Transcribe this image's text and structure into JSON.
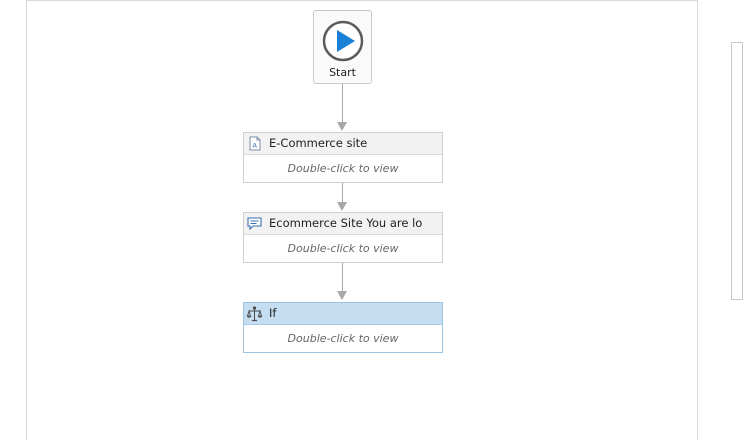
{
  "workflow": {
    "start": {
      "label": "Start",
      "icon": "play-icon",
      "accent": "#1a7fd6"
    },
    "activities": [
      {
        "title": "E-Commerce site",
        "hint": "Double-click to view",
        "icon": "document-icon",
        "selected": false
      },
      {
        "title": "Ecommerce Site You are lo",
        "hint": "Double-click to view",
        "icon": "message-box-icon",
        "selected": false
      },
      {
        "title": "If",
        "hint": "Double-click to view",
        "icon": "if-condition-icon",
        "selected": true
      }
    ]
  },
  "colors": {
    "selected_header": "#c4ddf0",
    "connector": "#a8a8a8"
  }
}
